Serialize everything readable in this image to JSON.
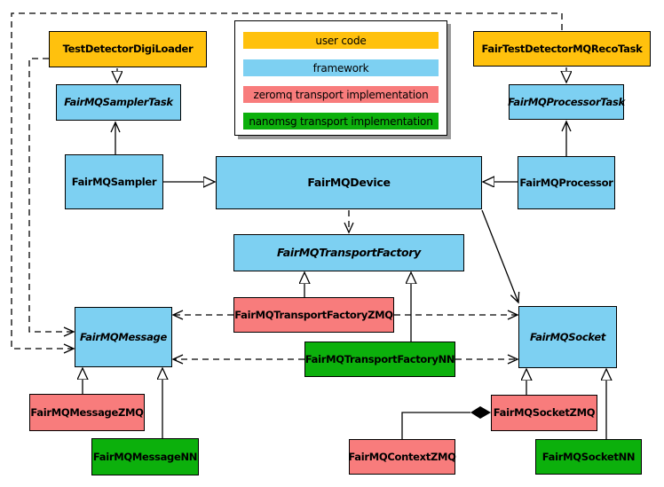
{
  "diagram": {
    "description": "FairMQ framework class diagram",
    "colors": {
      "user_code": "#FFC10D",
      "framework": "#7DD0F2",
      "zeromq": "#F87C7C",
      "nanomsg": "#0CB00C",
      "line": "#000000",
      "background": "#FFFFFF"
    },
    "legend": {
      "items": [
        {
          "label": "user code",
          "color": "#FFC10D"
        },
        {
          "label": "framework",
          "color": "#7DD0F2"
        },
        {
          "label": "zeromq transport implementation",
          "color": "#F87C7C"
        },
        {
          "label": "nanomsg transport implementation",
          "color": "#0CB00C"
        }
      ]
    },
    "nodes": {
      "testDetectorDigiLoader": {
        "label": "TestDetectorDigiLoader",
        "category": "user code",
        "abstract": false
      },
      "fairTestDetectorMQRecoTask": {
        "label": "FairTestDetectorMQRecoTask",
        "category": "user code",
        "abstract": false
      },
      "fairMQSamplerTask": {
        "label": "FairMQSamplerTask",
        "category": "framework",
        "abstract": true
      },
      "fairMQProcessorTask": {
        "label": "FairMQProcessorTask",
        "category": "framework",
        "abstract": true
      },
      "fairMQSampler": {
        "label": "FairMQSampler",
        "category": "framework",
        "abstract": false
      },
      "fairMQDevice": {
        "label": "FairMQDevice",
        "category": "framework",
        "abstract": false
      },
      "fairMQProcessor": {
        "label": "FairMQProcessor",
        "category": "framework",
        "abstract": false
      },
      "fairMQTransportFactory": {
        "label": "FairMQTransportFactory",
        "category": "framework",
        "abstract": true
      },
      "fairMQTransportFactoryZMQ": {
        "label": "FairMQTransportFactoryZMQ",
        "category": "zeromq transport implementation",
        "abstract": false
      },
      "fairMQTransportFactoryNN": {
        "label": "FairMQTransportFactoryNN",
        "category": "nanomsg transport implementation",
        "abstract": false
      },
      "fairMQMessage": {
        "label": "FairMQMessage",
        "category": "framework",
        "abstract": true
      },
      "fairMQSocket": {
        "label": "FairMQSocket",
        "category": "framework",
        "abstract": true
      },
      "fairMQMessageZMQ": {
        "label": "FairMQMessageZMQ",
        "category": "zeromq transport implementation",
        "abstract": false
      },
      "fairMQMessageNN": {
        "label": "FairMQMessageNN",
        "category": "nanomsg transport implementation",
        "abstract": false
      },
      "fairMQSocketZMQ": {
        "label": "FairMQSocketZMQ",
        "category": "zeromq transport implementation",
        "abstract": false
      },
      "fairMQContextZMQ": {
        "label": "FairMQContextZMQ",
        "category": "zeromq transport implementation",
        "abstract": false
      },
      "fairMQSocketNN": {
        "label": "FairMQSocketNN",
        "category": "nanomsg transport implementation",
        "abstract": false
      }
    },
    "edges": [
      {
        "from": "TestDetectorDigiLoader",
        "to": "FairMQSamplerTask",
        "relation": "inheritance",
        "style": "solid hollow-triangle"
      },
      {
        "from": "FairTestDetectorMQRecoTask",
        "to": "FairMQProcessorTask",
        "relation": "inheritance",
        "style": "solid hollow-triangle"
      },
      {
        "from": "FairMQSampler",
        "to": "FairMQSamplerTask",
        "relation": "association",
        "style": "solid open-arrow"
      },
      {
        "from": "FairMQProcessor",
        "to": "FairMQProcessorTask",
        "relation": "association",
        "style": "solid open-arrow"
      },
      {
        "from": "FairMQSampler",
        "to": "FairMQDevice",
        "relation": "inheritance",
        "style": "solid hollow-triangle"
      },
      {
        "from": "FairMQProcessor",
        "to": "FairMQDevice",
        "relation": "inheritance",
        "style": "solid hollow-triangle"
      },
      {
        "from": "FairMQDevice",
        "to": "FairMQTransportFactory",
        "relation": "dependency",
        "style": "dashed open-arrow"
      },
      {
        "from": "FairMQDevice",
        "to": "FairMQSocket",
        "relation": "association",
        "style": "solid open-arrow"
      },
      {
        "from": "FairMQTransportFactoryZMQ",
        "to": "FairMQTransportFactory",
        "relation": "inheritance",
        "style": "solid hollow-triangle"
      },
      {
        "from": "FairMQTransportFactoryNN",
        "to": "FairMQTransportFactory",
        "relation": "inheritance",
        "style": "solid hollow-triangle"
      },
      {
        "from": "TestDetectorDigiLoader",
        "to": "FairMQMessage",
        "relation": "dependency",
        "style": "dashed open-arrow"
      },
      {
        "from": "FairTestDetectorMQRecoTask",
        "to": "FairMQMessage",
        "relation": "dependency",
        "style": "dashed open-arrow"
      },
      {
        "from": "FairMQTransportFactoryZMQ",
        "to": "FairMQMessage",
        "relation": "dependency",
        "style": "dashed open-arrow"
      },
      {
        "from": "FairMQTransportFactoryZMQ",
        "to": "FairMQSocket",
        "relation": "dependency",
        "style": "dashed open-arrow"
      },
      {
        "from": "FairMQTransportFactoryNN",
        "to": "FairMQMessage",
        "relation": "dependency",
        "style": "dashed open-arrow"
      },
      {
        "from": "FairMQTransportFactoryNN",
        "to": "FairMQSocket",
        "relation": "dependency",
        "style": "dashed open-arrow"
      },
      {
        "from": "FairMQMessageZMQ",
        "to": "FairMQMessage",
        "relation": "inheritance",
        "style": "solid hollow-triangle"
      },
      {
        "from": "FairMQMessageNN",
        "to": "FairMQMessage",
        "relation": "inheritance",
        "style": "solid hollow-triangle"
      },
      {
        "from": "FairMQSocketZMQ",
        "to": "FairMQSocket",
        "relation": "inheritance",
        "style": "solid hollow-triangle"
      },
      {
        "from": "FairMQSocketNN",
        "to": "FairMQSocket",
        "relation": "inheritance",
        "style": "solid hollow-triangle"
      },
      {
        "from": "FairMQContextZMQ",
        "to": "FairMQSocketZMQ",
        "relation": "composition",
        "style": "solid filled-diamond"
      }
    ]
  }
}
